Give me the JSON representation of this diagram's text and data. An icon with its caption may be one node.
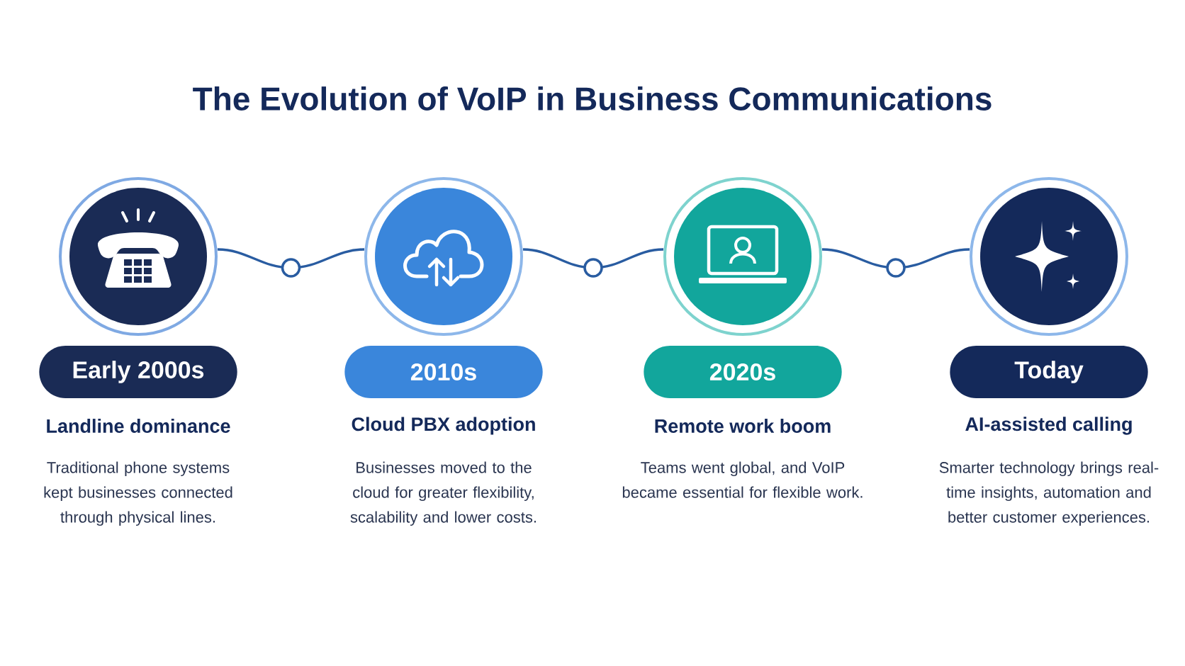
{
  "diagram": {
    "title": "The Evolution of VoIP in Business Communications",
    "nodes": [
      {
        "text": [],
        "shape": "circle"
      },
      {
        "text": [
          "Early 2000s"
        ],
        "beside": [
          "Landline dominance",
          "Traditional phone systems kept businesses connected through physical lines."
        ]
      },
      {
        "text": [],
        "shape": "circle"
      },
      {
        "text": [
          "2010s"
        ],
        "beside": [
          "Cloud PBX adoption",
          "Businesses moved to the cloud for greater flexibility, scalability and lower costs."
        ]
      },
      {
        "text": [],
        "shape": "circle"
      },
      {
        "text": [
          "2020s"
        ],
        "beside": [
          "Remote work boom",
          "Teams went global, and VoIP became essential for flexible work."
        ]
      },
      {
        "text": [],
        "shape": "circle"
      },
      {
        "text": [
          "Today"
        ],
        "beside": [
          "AI-assisted calling",
          "Smarter technology brings real-time insights, automation and better customer experiences."
        ]
      }
    ],
    "edges": [
      {
        "from": 0,
        "to": 2,
        "arrow": "none"
      },
      {
        "from": 2,
        "to": 4,
        "arrow": "none"
      },
      {
        "from": 4,
        "to": 6,
        "arrow": "none"
      }
    ]
  }
}
